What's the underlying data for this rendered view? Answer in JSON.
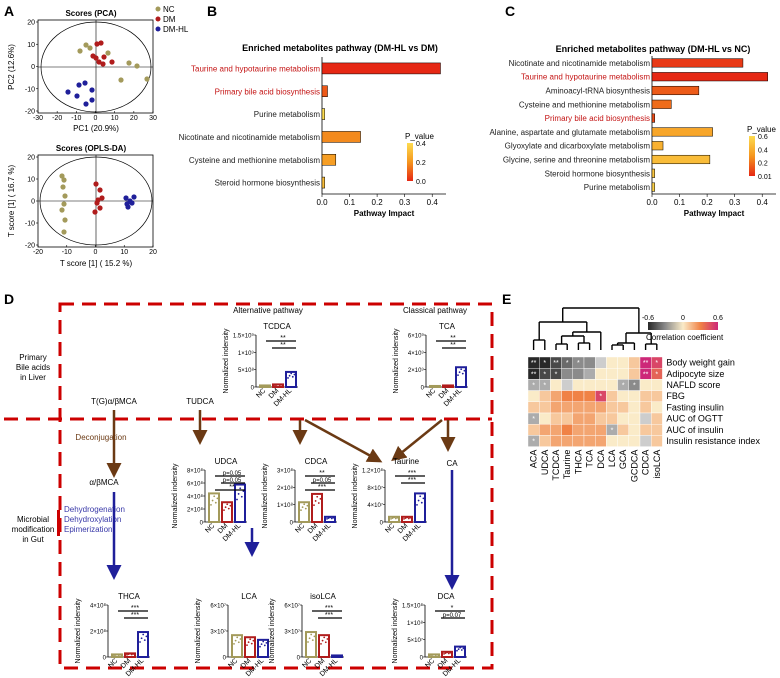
{
  "panels": {
    "A": "A",
    "B": "B",
    "C": "C",
    "D": "D",
    "E": "E"
  },
  "panelA": {
    "pca": {
      "title": "Scores (PCA)",
      "xlabel": "PC1 (20.9%)",
      "ylabel": "PC2 (12.6%)",
      "xticks": [
        "-30",
        "-20",
        "-10",
        "0",
        "10",
        "20",
        "30"
      ],
      "yticks": [
        "20",
        "10",
        "0",
        "-10",
        "-20"
      ],
      "legend": [
        "NC",
        "DM",
        "DM-HL"
      ]
    },
    "opls": {
      "title": "Scores (OPLS-DA)",
      "xlabel": "T score [1] ( 15.2 %)",
      "ylabel": "T score [1] ( 16.7 %)",
      "xticks": [
        "-20",
        "-10",
        "0",
        "10",
        "20"
      ],
      "yticks": [
        "20",
        "10",
        "0",
        "-10",
        "-20"
      ]
    },
    "colors": {
      "NC": "#a39a5b",
      "DM": "#b01c1c",
      "DM-HL": "#1f1f9a"
    }
  },
  "chart_data": [
    {
      "type": "bar",
      "title": "Enriched metabolites pathway (DM-HL vs DM)",
      "xlabel": "Pathway Impact",
      "categories": [
        "Taurine and hypotaurine metabolism",
        "Primary bile acid biosynthesis",
        "Purine metabolism",
        "Nicotinate and nicotinamide metabolism",
        "Cysteine and methionine metabolism",
        "Steroid hormone biosynthesis"
      ],
      "highlight": [
        true,
        true,
        false,
        false,
        false,
        false
      ],
      "values": [
        0.43,
        0.02,
        0.01,
        0.14,
        0.05,
        0.01
      ],
      "pvalues": [
        0.0,
        0.1,
        0.45,
        0.2,
        0.25,
        0.35
      ],
      "xlim": [
        0,
        0.45
      ],
      "xticks": [
        "0.0",
        "0.1",
        "0.2",
        "0.3",
        "0.4"
      ],
      "colorbar": {
        "label": "P_value",
        "ticks": [
          "0.4",
          "0.2",
          "0.0"
        ],
        "max": 0.45
      }
    },
    {
      "type": "bar",
      "title": "Enriched metabolites pathway (DM-HL vs NC)",
      "xlabel": "Pathway Impact",
      "categories": [
        "Nicotinate and nicotinamide metabolism",
        "Taurine and hypotaurine metabolism",
        "Aminoacyl-tRNA biosynthesis",
        "Cysteine and methionine metabolism",
        "Primary bile acid biosynthesis",
        "Alanine, aspartate and glutamate metabolism",
        "Glyoxylate and dicarboxylate metabolism",
        "Glycine, serine and threonine metabolism",
        "Steroid hormone biosynthesis",
        "Purine metabolism"
      ],
      "highlight": [
        false,
        true,
        false,
        false,
        true,
        false,
        false,
        false,
        false,
        false
      ],
      "values": [
        0.33,
        0.42,
        0.17,
        0.07,
        0.01,
        0.22,
        0.04,
        0.21,
        0.01,
        0.01
      ],
      "pvalues": [
        0.05,
        0.0,
        0.15,
        0.2,
        0.1,
        0.4,
        0.45,
        0.5,
        0.55,
        0.6
      ],
      "xlim": [
        0,
        0.45
      ],
      "xticks": [
        "0.0",
        "0.1",
        "0.2",
        "0.3",
        "0.4"
      ],
      "colorbar": {
        "label": "P_value",
        "ticks": [
          "0.6",
          "0.4",
          "0.2",
          "0.01"
        ],
        "max": 0.65
      }
    },
    {
      "type": "heatmap",
      "rows": [
        "Body weight gain",
        "Adipocyte size",
        "NAFLD score",
        "FBG",
        "Fasting insulin",
        "AUC of OGTT",
        "AUC of insulin",
        "Insulin resistance index"
      ],
      "cols": [
        "ACA",
        "UDCA",
        "TCDCA",
        "Taurine",
        "THCA",
        "TCA",
        "DCA",
        "LCA",
        "GCA",
        "GCDCA",
        "CDCA",
        "isoLCA"
      ],
      "values": [
        [
          -0.6,
          -0.6,
          -0.5,
          -0.4,
          -0.3,
          -0.3,
          -0.1,
          0.0,
          0.0,
          0.1,
          0.6,
          0.5
        ],
        [
          -0.6,
          -0.5,
          -0.5,
          -0.3,
          -0.3,
          -0.2,
          0.0,
          0.0,
          0.0,
          0.1,
          0.6,
          0.4
        ],
        [
          -0.2,
          -0.2,
          0.0,
          -0.1,
          0.0,
          0.0,
          0.0,
          0.0,
          -0.2,
          -0.3,
          0.0,
          0.0
        ],
        [
          0.0,
          0.1,
          0.2,
          0.3,
          0.3,
          0.3,
          0.5,
          0.1,
          0.0,
          0.0,
          0.1,
          0.1
        ],
        [
          0.1,
          0.1,
          0.2,
          0.2,
          0.2,
          0.2,
          0.2,
          0.1,
          0.1,
          0.0,
          0.1,
          0.0
        ],
        [
          -0.2,
          0.0,
          0.1,
          0.1,
          0.2,
          0.2,
          0.1,
          0.1,
          0.0,
          0.0,
          -0.1,
          0.1
        ],
        [
          0.1,
          0.2,
          0.2,
          0.3,
          0.2,
          0.2,
          0.2,
          -0.2,
          0.1,
          0.0,
          0.1,
          0.1
        ],
        [
          -0.2,
          0.1,
          0.2,
          0.2,
          0.2,
          0.2,
          0.2,
          0.0,
          0.0,
          0.0,
          -0.1,
          0.1
        ]
      ],
      "stars": [
        [
          "**",
          "*",
          "**",
          "*",
          "*",
          "",
          "",
          "",
          "",
          "",
          "**",
          "*"
        ],
        [
          "**",
          "*",
          "*",
          "",
          "",
          "",
          "",
          "",
          "",
          "",
          "**",
          "*"
        ],
        [
          "*",
          "*",
          "",
          "",
          "",
          "",
          "",
          "",
          "*",
          "*",
          "",
          ""
        ],
        [
          "",
          "",
          "",
          "",
          "",
          "",
          "*",
          "",
          "",
          "",
          "",
          ""
        ],
        [
          "",
          "",
          "",
          "",
          "",
          "",
          "",
          "",
          "",
          "",
          "",
          ""
        ],
        [
          "*",
          "",
          "",
          "",
          "",
          "",
          "",
          "",
          "",
          "",
          "",
          ""
        ],
        [
          "",
          "",
          "",
          "",
          "",
          "",
          "",
          "*",
          "",
          "",
          "",
          ""
        ],
        [
          "*",
          "",
          "",
          "",
          "",
          "",
          "",
          "",
          "",
          "",
          "",
          ""
        ]
      ],
      "legend": {
        "title": "Correlation coefficient",
        "ticks": [
          "-0.6",
          "0",
          "0.6"
        ]
      }
    }
  ],
  "panelD": {
    "groups": [
      "NC",
      "DM",
      "DM-HL"
    ],
    "ylabel": "Normalized indensity",
    "rows": {
      "primary": "Primary\nBile acids\nin Liver",
      "gut": "Microbial\nmodification\nin Gut"
    },
    "alt_pathway": "Alternative pathway",
    "classical_pathway": "Classical pathway",
    "nodes": {
      "tgmca": "T(G)α/βMCA",
      "tudca": "TUDCA",
      "abmca": "α/βMCA",
      "deconj": "Deconjugation",
      "mods": [
        "Dehydrogenation",
        "Dehydroxylation",
        "Epimerization"
      ]
    },
    "plots": [
      {
        "name": "TCDCA",
        "yticks": [
          "1.5×10⁹",
          "1×10⁹",
          "5×10⁸",
          "0"
        ],
        "values": [
          0.03,
          0.05,
          0.29
        ],
        "ymax": 1.6,
        "sig": [
          "**",
          "**"
        ],
        "pnote": ""
      },
      {
        "name": "TCA",
        "yticks": [
          "6×10⁹",
          "4×10⁹",
          "2×10⁹",
          "0"
        ],
        "values": [
          0.02,
          0.03,
          0.38
        ],
        "ymax": 6.5,
        "sig": [
          "**",
          "**"
        ],
        "pnote": ""
      },
      {
        "name": "UDCA",
        "yticks": [
          "8×10⁸",
          "6×10⁸",
          "4×10⁸",
          "2×10⁸",
          "0"
        ],
        "values": [
          0.55,
          0.38,
          0.72
        ],
        "ymax": 8.5,
        "sig": [
          "p=0.05",
          "p=0.05",
          "**"
        ],
        "pnote": ""
      },
      {
        "name": "CDCA",
        "yticks": [
          "3×10⁸",
          "2×10⁸",
          "1×10⁸",
          "0"
        ],
        "values": [
          0.38,
          0.54,
          0.1
        ],
        "ymax": 3.3,
        "sig": [
          "**",
          "p=0.05",
          "***"
        ],
        "pnote": ""
      },
      {
        "name": "Taurine",
        "yticks": [
          "1.2×10⁸",
          "8×10⁷",
          "4×10⁷",
          "0"
        ],
        "values": [
          0.1,
          0.1,
          0.55
        ],
        "ymax": 1.25,
        "sig": [
          "***",
          "***"
        ],
        "pnote": ""
      },
      {
        "name": "THCA",
        "yticks": [
          "4×10⁸",
          "2×10⁸",
          "0"
        ],
        "values": [
          0.05,
          0.07,
          0.48
        ],
        "ymax": 4.3,
        "sig": [
          "***",
          "***"
        ],
        "pnote": ""
      },
      {
        "name": "LCA",
        "yticks": [
          "6×10⁷",
          "3×10⁷",
          "0"
        ],
        "values": [
          0.42,
          0.38,
          0.33
        ],
        "ymax": 6.3,
        "sig": [],
        "pnote": ""
      },
      {
        "name": "isoLCA",
        "yticks": [
          "6×10⁷",
          "3×10⁷",
          "0"
        ],
        "values": [
          0.48,
          0.42,
          0.03
        ],
        "ymax": 6.3,
        "sig": [
          "***",
          "***"
        ],
        "pnote": ""
      },
      {
        "name": "DCA",
        "yticks": [
          "1.5×10⁸",
          "1×10⁸",
          "5×10⁷",
          "0"
        ],
        "values": [
          0.05,
          0.1,
          0.2
        ],
        "ymax": 1.6,
        "sig": [
          "*",
          "p=0.07"
        ],
        "pnote": ""
      },
      {
        "name": "CA",
        "yticks": [],
        "values": [],
        "ymax": 1,
        "sig": [],
        "pnote": ""
      }
    ]
  }
}
